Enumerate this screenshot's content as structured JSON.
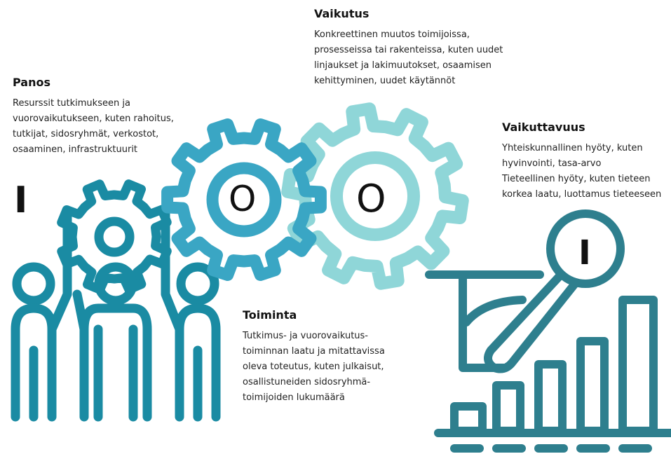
{
  "panos": {
    "title": "Panos",
    "text": "Resurssit tutkimukseen ja\nvuorovaikutukseen, kuten rahoitus,\ntutkijat, sidosryhmät, verkostot,\nosaaminen, infrastruktuurit",
    "letter": "I"
  },
  "toiminta": {
    "title": "Toiminta",
    "text": "Tutkimus- ja vuorovaikutus-\ntoiminnan laatu ja mitattavissa\noleva toteutus, kuten julkaisut,\nosallistuneiden sidosryhmä-\ntoimijoiden lukumäärä",
    "letter": "O"
  },
  "vaikutus": {
    "title": "Vaikutus",
    "text": "Konkreettinen muutos toimijoissa,\nprosesseissa tai rakenteissa, kuten uudet\nlinjaukset ja lakimuutokset, osaamisen\nkehittyminen, uudet käytännöt",
    "letter": "O"
  },
  "vaikuttavuus": {
    "title": "Vaikuttavuus",
    "text": "Yhteiskunnallinen hyöty, kuten\nhyvinvointi, tasa-arvo\nTieteellinen hyöty, kuten tieteen\nkorkea laatu, luottamus tieteeseen",
    "letter": "I"
  },
  "colors": {
    "people": "#1a8ba3",
    "gear_dark": "#3aa6c4",
    "gear_light": "#8fd6d8",
    "chart": "#2e7f8e"
  },
  "icons": [
    "people-gear-icon",
    "gear-icon",
    "gear-icon",
    "magnifier-growth-chart-icon"
  ]
}
